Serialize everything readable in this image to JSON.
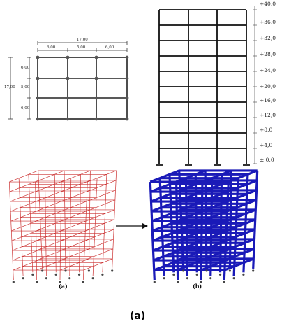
{
  "plan": {
    "dim_total_x": "17,00",
    "dims_x": [
      "6,00",
      "5,00",
      "6,00"
    ],
    "dim_total_y": "17,00",
    "dims_y": [
      "6,00",
      "5,00",
      "6,00"
    ]
  },
  "elevation": {
    "levels": [
      "+40,0",
      "+36,0",
      "+32,0",
      "+28,0",
      "+24,0",
      "+20,0",
      "+16,0",
      "+12,0",
      "+8,0",
      "+4,0",
      "± 0,0"
    ]
  },
  "models": {
    "label_a": "(a)",
    "label_b": "(b)",
    "wire_color": "#cc3333",
    "solid_color": "#1a1ab8"
  },
  "caption": "(a)"
}
